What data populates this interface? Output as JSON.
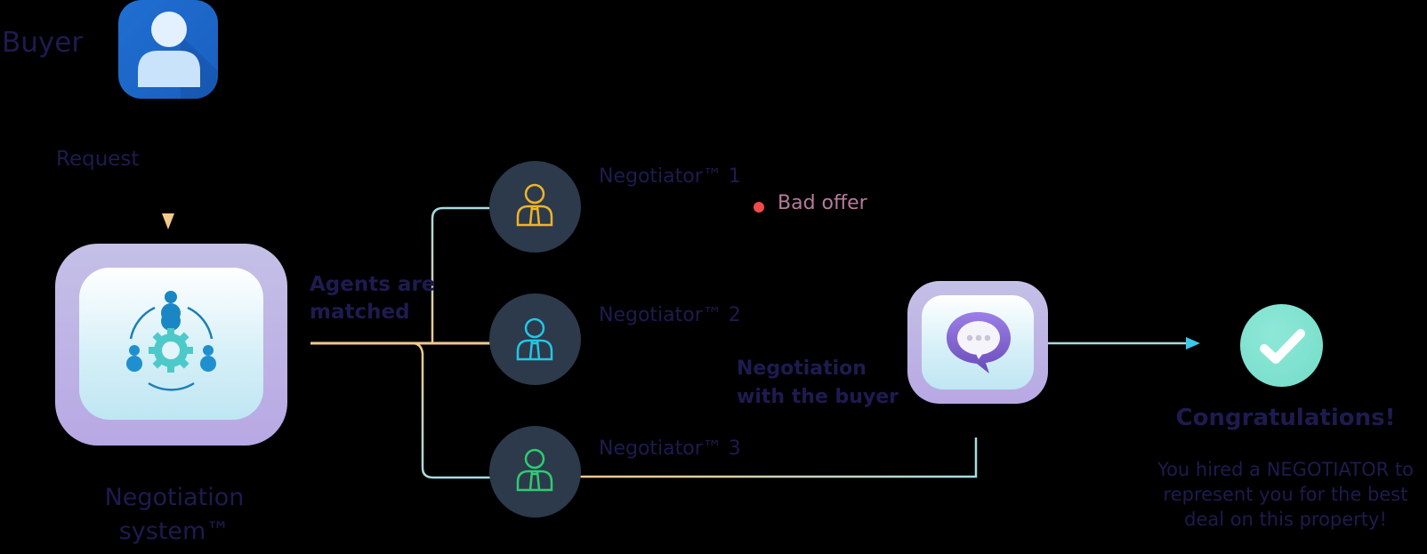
{
  "diagram": {
    "buyer": {
      "label": "Buyer",
      "icon": "user-icon",
      "tile_color": "#1f6fd1"
    },
    "request": {
      "label": "Request"
    },
    "system": {
      "label_line1": "Negotiation",
      "label_line2": "system™",
      "icon": "team-gear-icon"
    },
    "matched": {
      "label_line1": "Agents are",
      "label_line2": "matched"
    },
    "negotiators": [
      {
        "label": "Negotiator™ 1",
        "icon": "businessman-icon",
        "color": "#f0b429",
        "outcome": "Bad offer"
      },
      {
        "label": "Negotiator™ 2",
        "icon": "businessman-icon",
        "color": "#22c7e6"
      },
      {
        "label": "Negotiator™ 3",
        "icon": "businessman-icon",
        "color": "#2ecc71"
      }
    ],
    "negotiation": {
      "label_line1": "Negotiation",
      "label_line2": "with the buyer",
      "icon": "chat-bubble-icon"
    },
    "result": {
      "title": "Congratulations!",
      "line1": "You hired a NEGOTIATOR to",
      "line2": "represent you for the best",
      "line3": "deal on this property!",
      "icon": "checkmark-icon"
    },
    "colors": {
      "text": "#1e1b4f",
      "wire_warm": "#f3c98b",
      "wire_cool": "#a8dbe0",
      "bad_offer_dot": "#f04a4a",
      "accent_arrow": "#3cc8e8"
    }
  }
}
